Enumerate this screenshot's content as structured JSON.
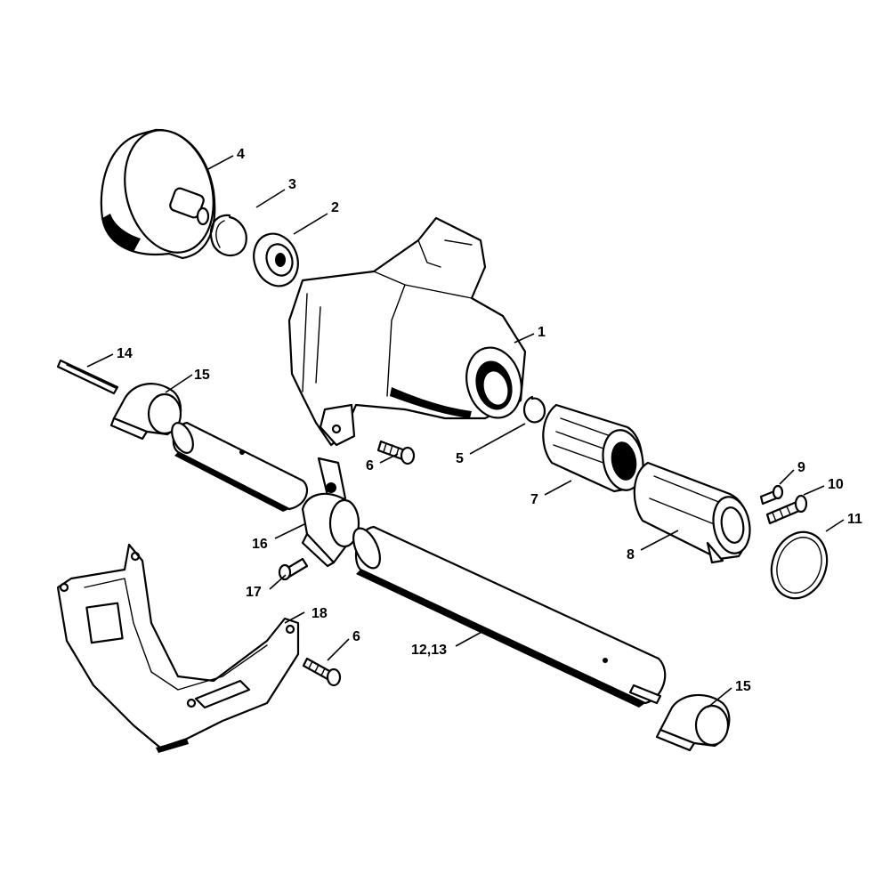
{
  "callouts": {
    "c1": "1",
    "c2": "2",
    "c3": "3",
    "c4": "4",
    "c5": "5",
    "c6a": "6",
    "c6b": "6",
    "c7": "7",
    "c8": "8",
    "c9": "9",
    "c10": "10",
    "c11": "11",
    "c12_13": "12,13",
    "c14": "14",
    "c15a": "15",
    "c15b": "15",
    "c16": "16",
    "c17": "17",
    "c18": "18"
  }
}
